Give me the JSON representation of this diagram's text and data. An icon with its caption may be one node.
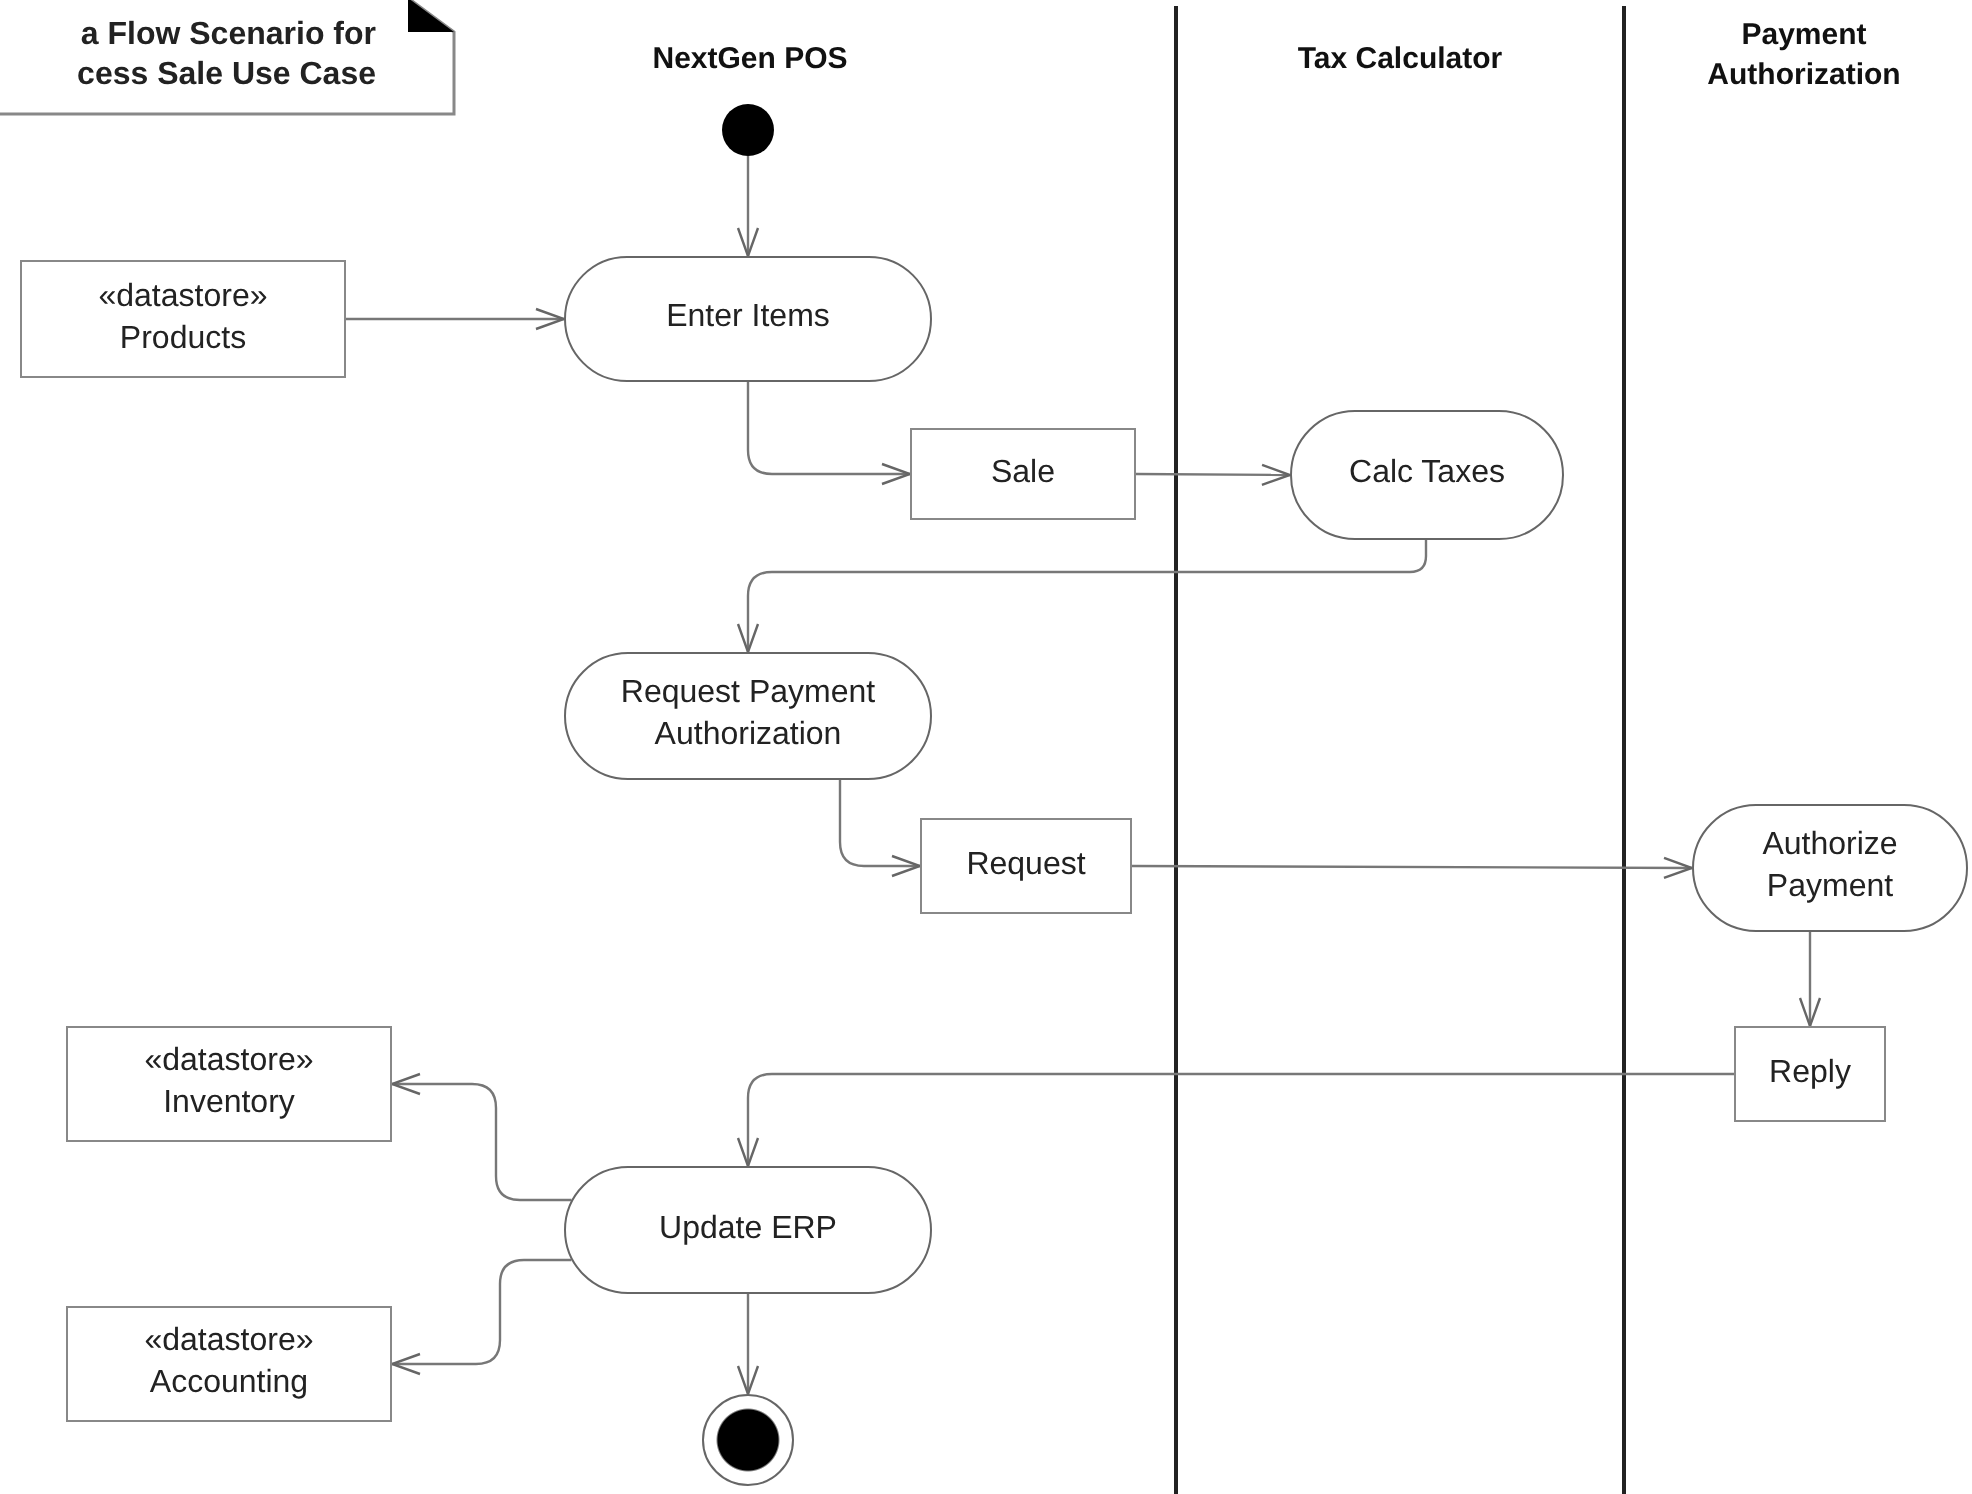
{
  "diagram": {
    "nodes": [
      {
        "text": [
          "a Flow Scenario for cess Sale Use Case"
        ]
      },
      {
        "text": [],
        "shape": "circle"
      },
      {
        "text": [
          "«datastore»",
          "Products"
        ]
      },
      {
        "text": [
          "Enter Items"
        ]
      },
      {
        "text": [
          "Sale"
        ]
      },
      {
        "text": [
          "Calc Taxes"
        ]
      },
      {
        "text": [
          "Request Payment Authorization"
        ]
      },
      {
        "text": [
          "Request"
        ]
      },
      {
        "text": [
          "Authorize Payment"
        ]
      },
      {
        "text": [
          "Reply"
        ]
      },
      {
        "text": [
          "«datastore»",
          "Inventory"
        ]
      },
      {
        "text": [
          "Update ERP"
        ]
      },
      {
        "text": [
          "«datastore»",
          "Accounting"
        ]
      },
      {
        "text": [],
        "shape": "circle"
      }
    ],
    "edges": [
      {
        "from": 1,
        "to": 3,
        "arrow": "to"
      },
      {
        "from": 2,
        "to": 3,
        "arrow": "to"
      },
      {
        "from": 3,
        "to": 4,
        "arrow": "to"
      },
      {
        "from": 4,
        "to": 5,
        "arrow": "to"
      },
      {
        "from": 5,
        "to": 6,
        "arrow": "to"
      },
      {
        "from": 6,
        "to": 7,
        "arrow": "to"
      },
      {
        "from": 7,
        "to": 8,
        "arrow": "to"
      },
      {
        "from": 8,
        "to": 9,
        "arrow": "to"
      },
      {
        "from": 9,
        "to": 11,
        "arrow": "to"
      },
      {
        "from": 11,
        "to": 10,
        "arrow": "to"
      },
      {
        "from": 11,
        "to": 12,
        "arrow": "to"
      },
      {
        "from": 11,
        "to": 13,
        "arrow": "to"
      }
    ],
    "labels": [
      "NextGen POS",
      "Tax Calculator",
      "Payment Authorization"
    ]
  }
}
